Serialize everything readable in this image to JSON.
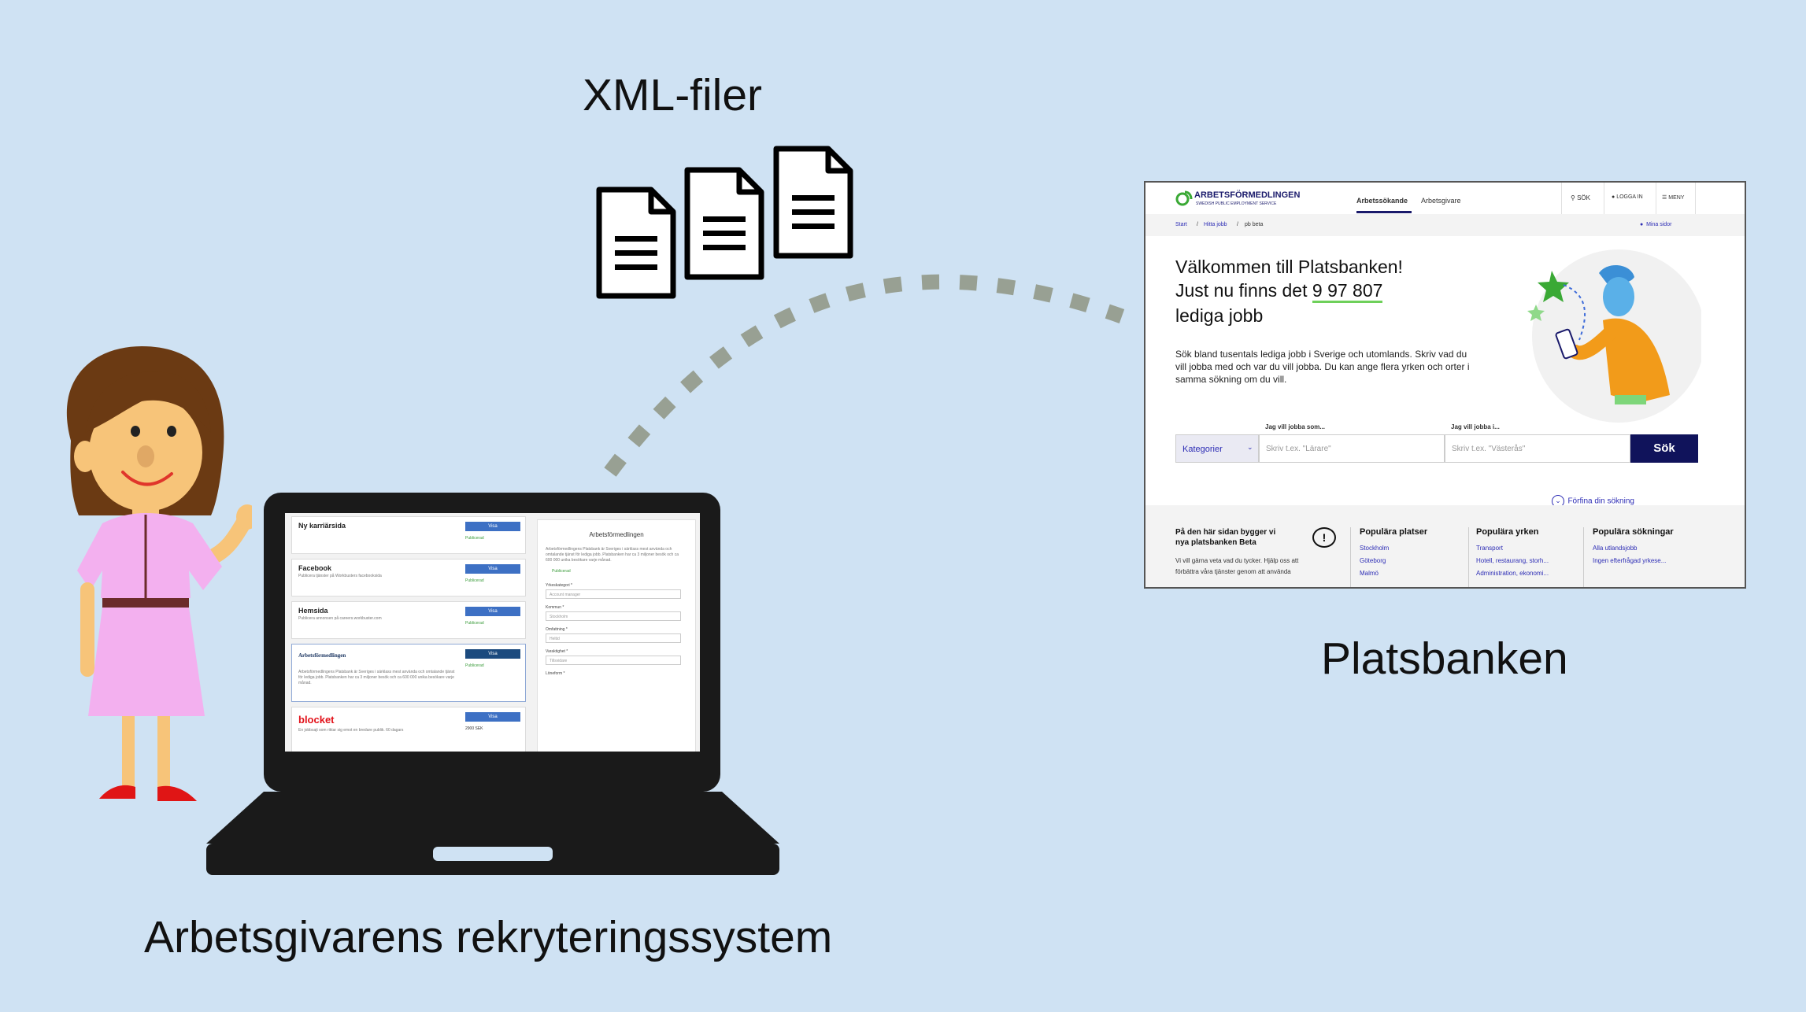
{
  "captions": {
    "xml": "XML-filer",
    "platsbanken": "Platsbanken",
    "employer": "Arbetsgivarens rekryteringssystem"
  },
  "laptop_screen": {
    "cards": [
      {
        "title": "Ny karriärsida",
        "desc": "",
        "button": "Visa",
        "status": "Publicerad"
      },
      {
        "title": "Facebook",
        "desc": "Publicera tjänster på Workbusters facebooksida",
        "button": "Visa",
        "status": "Publicerad"
      },
      {
        "title": "Hemsida",
        "desc": "Publicera annonsen på careers.workbuster.com",
        "button": "Visa",
        "status": "Publicerad"
      },
      {
        "title": "Arbetsförmedlingen",
        "desc": "Arbetsförmedlingens Platsbank är Sveriges i särklass mest använda och omtalande tjänst för lediga jobb. Platsbanken har ca 3 miljoner besök och ca 600 000 unika besökare varje månad.",
        "button": "Visa",
        "status": "Publicerad"
      },
      {
        "title": "blocket",
        "desc": "En jobbsajt som riktar sig emot en bredare publik. 60 dagars",
        "button": "Visa",
        "status": "2900 SEK"
      }
    ],
    "form": {
      "title": "Arbetsförmedlingen",
      "intro": "Arbetsförmedlingens Platsbank är Sveriges i särklass mest använda och omtalande tjänst för lediga jobb. Platsbanken har ca 3 miljoner besök och ca 600 000 unika besökare varje månad.",
      "status": "Publicerad",
      "fields": [
        {
          "label": "Yrkeskategori *",
          "value": "Account manager"
        },
        {
          "label": "Kommun *",
          "value": "Stockholm"
        },
        {
          "label": "Omfattning *",
          "value": "Heltid"
        },
        {
          "label": "Varaktighet *",
          "value": "Tillsvidare"
        },
        {
          "label": "Löneform *",
          "value": ""
        }
      ]
    }
  },
  "platsbanken": {
    "logo_name": "ARBETSFÖRMEDLINGEN",
    "logo_sub": "SWEDISH PUBLIC EMPLOYMENT SERVICE",
    "nav": [
      "Arbetssökande",
      "Arbetsgivare"
    ],
    "actions": [
      "SÖK",
      "LOGGA IN",
      "MENY"
    ],
    "breadcrumb": [
      "Start",
      "Hitta jobb",
      "pb beta"
    ],
    "my_pages": "Mina sidor",
    "heading1": "Välkommen till Platsbanken!",
    "heading2_pre": "Just nu finns det ",
    "heading2_count": "9 97 807",
    "heading3": "lediga jobb",
    "intro": "Sök bland tusentals lediga jobb i Sverige och utomlands. Skriv vad du vill jobba med och var du vill jobba. Du kan ange flera yrken och orter i samma sökning om du vill.",
    "label_what": "Jag vill jobba som...",
    "label_where": "Jag vill jobba i...",
    "category": "Kategorier",
    "placeholder_what": "Skriv t.ex. \"Lärare\"",
    "placeholder_where": "Skriv t.ex. \"Västerås\"",
    "search_button": "Sök",
    "refine": "Förfina din sökning",
    "beta_title": "På den här sidan bygger vi nya platsbanken Beta",
    "beta_text": "Vi vill gärna veta vad du tycker. Hjälp oss att förbättra våra tjänster genom att använda",
    "columns": [
      {
        "title": "Populära platser",
        "items": [
          "Stockholm",
          "Göteborg",
          "Malmö"
        ]
      },
      {
        "title": "Populära yrken",
        "items": [
          "Transport",
          "Hotell, restaurang, storh...",
          "Administration, ekonomi..."
        ]
      },
      {
        "title": "Populära sökningar",
        "items": [
          "Alla utlandsjobb",
          "Ingen efterfrågad yrkese..."
        ]
      }
    ]
  }
}
